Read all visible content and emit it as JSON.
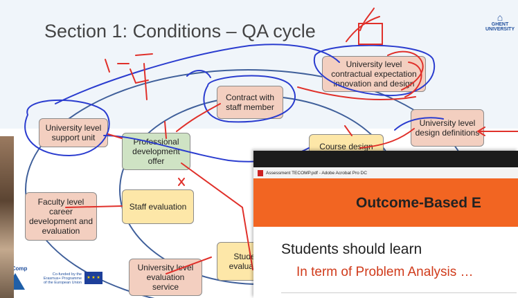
{
  "slide": {
    "title": "Section 1: Conditions – QA cycle",
    "logo": {
      "glyph": "⌂",
      "line1": "GHENT",
      "line2": "UNIVERSITY"
    },
    "boxes": {
      "univ_contract": "University level contractual expectation innovation and design",
      "contract_staff": "Contract with staff member",
      "univ_design": "University level design definitions",
      "univ_support": "University level support unit",
      "prof_dev": "Professional development offer",
      "course_design": "Course design",
      "faculty_career": "Faculty level career development and evaluation",
      "staff_eval": "Staff evaluation",
      "student_eval": "Student evaluation",
      "univ_eval_service": "University level evaluation service"
    },
    "footer": {
      "tecomp": "TeComp",
      "erasmus": "Co-funded by the Erasmus+ Programme of the European Union"
    }
  },
  "acrobat": {
    "window_title": "Assessment TECOMP.pdf - Adobe Acrobat Pro DC",
    "banner_title": "Outcome-Based E",
    "line1": "Students should learn",
    "line2": "In term of Problem Analysis …"
  },
  "colors": {
    "box_pink": "#f3cfc0",
    "box_yellow": "#fde7a8",
    "box_green": "#cfe3c4",
    "ink_red": "#e0302a",
    "ink_blue": "#2a3ccf",
    "banner_orange": "#f26522"
  }
}
